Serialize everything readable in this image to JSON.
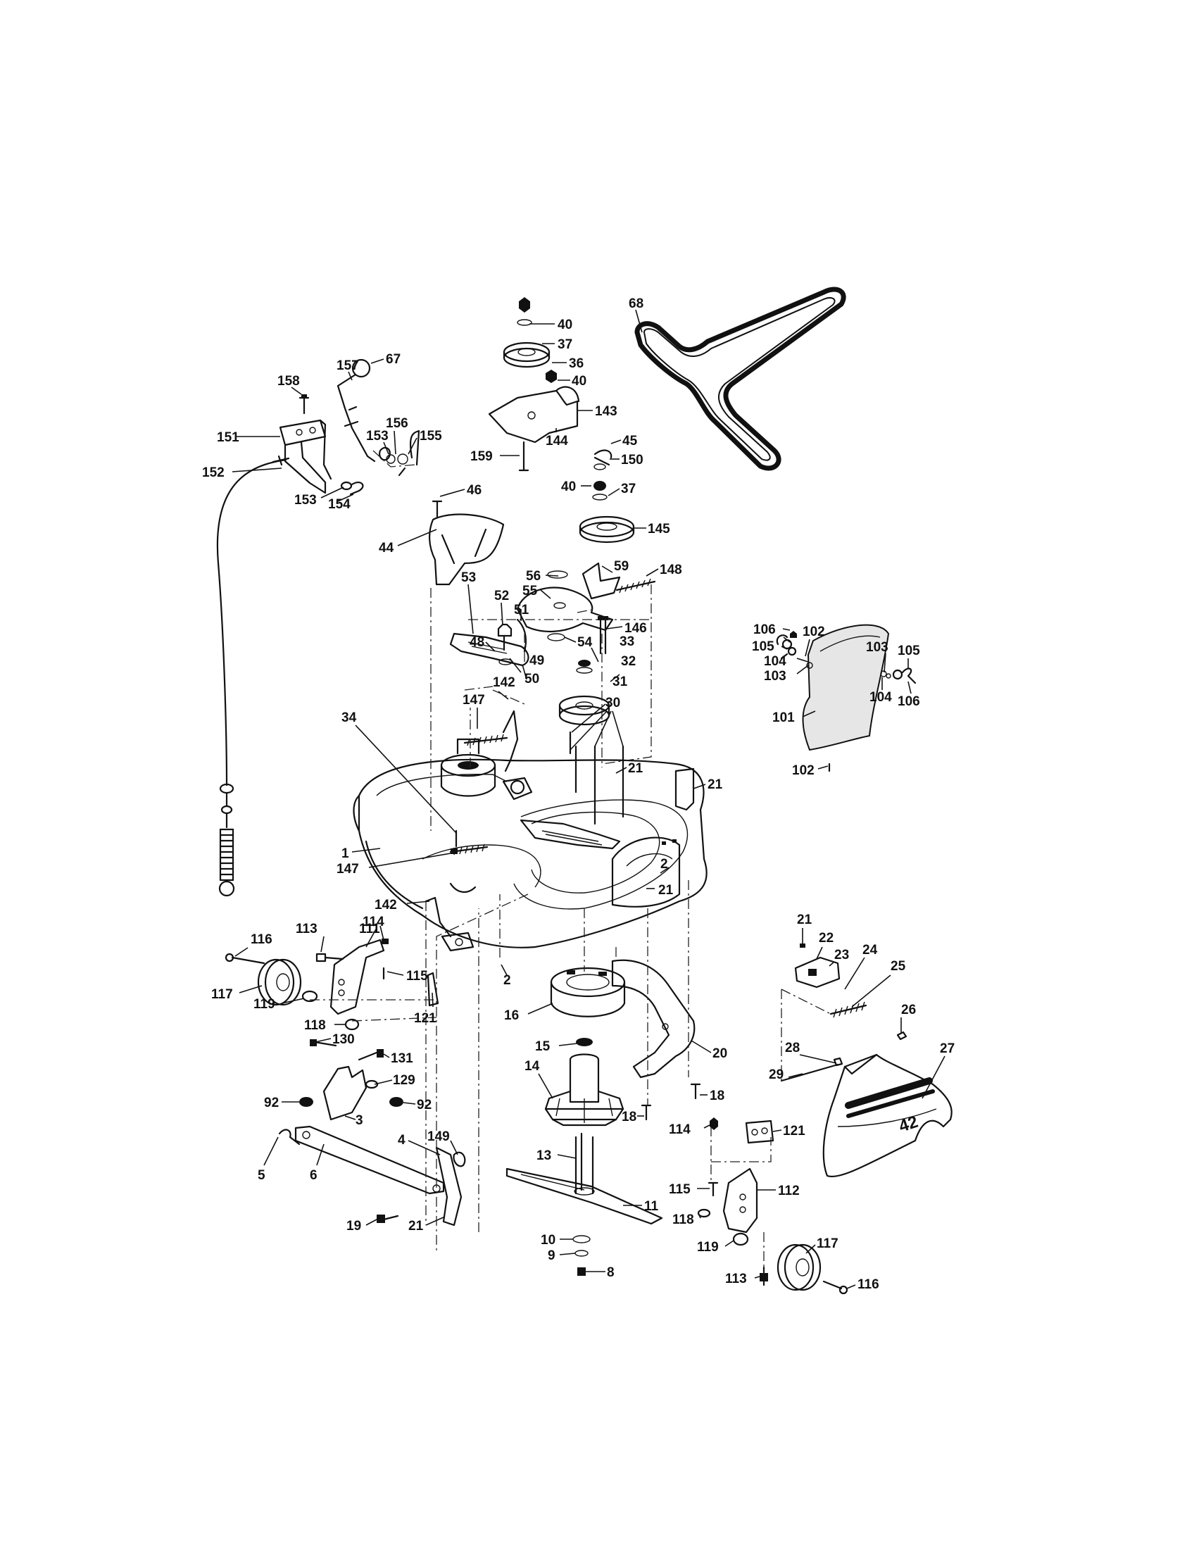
{
  "labels": [
    {
      "id": "40a",
      "text": "40"
    },
    {
      "id": "37a",
      "text": "37"
    },
    {
      "id": "36",
      "text": "36"
    },
    {
      "id": "40b",
      "text": "40"
    },
    {
      "id": "143",
      "text": "143"
    },
    {
      "id": "144",
      "text": "144"
    },
    {
      "id": "159",
      "text": "159"
    },
    {
      "id": "45",
      "text": "45"
    },
    {
      "id": "150",
      "text": "150"
    },
    {
      "id": "40c",
      "text": "40"
    },
    {
      "id": "37b",
      "text": "37"
    },
    {
      "id": "145",
      "text": "145"
    },
    {
      "id": "68",
      "text": "68"
    },
    {
      "id": "67",
      "text": "67"
    },
    {
      "id": "157",
      "text": "157"
    },
    {
      "id": "158",
      "text": "158"
    },
    {
      "id": "156",
      "text": "156"
    },
    {
      "id": "153a",
      "text": "153"
    },
    {
      "id": "155",
      "text": "155"
    },
    {
      "id": "151",
      "text": "151"
    },
    {
      "id": "152",
      "text": "152"
    },
    {
      "id": "153b",
      "text": "153"
    },
    {
      "id": "154",
      "text": "154"
    },
    {
      "id": "46",
      "text": "46"
    },
    {
      "id": "44",
      "text": "44"
    },
    {
      "id": "56",
      "text": "56"
    },
    {
      "id": "59",
      "text": "59"
    },
    {
      "id": "148",
      "text": "148"
    },
    {
      "id": "55",
      "text": "55"
    },
    {
      "id": "53",
      "text": "53"
    },
    {
      "id": "52",
      "text": "52"
    },
    {
      "id": "51",
      "text": "51"
    },
    {
      "id": "146",
      "text": "146"
    },
    {
      "id": "54",
      "text": "54"
    },
    {
      "id": "33",
      "text": "33"
    },
    {
      "id": "48",
      "text": "48"
    },
    {
      "id": "49",
      "text": "49"
    },
    {
      "id": "50",
      "text": "50"
    },
    {
      "id": "32",
      "text": "32"
    },
    {
      "id": "142a",
      "text": "142"
    },
    {
      "id": "147a",
      "text": "147"
    },
    {
      "id": "31",
      "text": "31"
    },
    {
      "id": "30",
      "text": "30"
    },
    {
      "id": "34",
      "text": "34"
    },
    {
      "id": "21a",
      "text": "21"
    },
    {
      "id": "21b",
      "text": "21"
    },
    {
      "id": "106a",
      "text": "106"
    },
    {
      "id": "102a",
      "text": "102"
    },
    {
      "id": "103a",
      "text": "103"
    },
    {
      "id": "105a",
      "text": "105"
    },
    {
      "id": "105b",
      "text": "105"
    },
    {
      "id": "104a",
      "text": "104"
    },
    {
      "id": "103b",
      "text": "103"
    },
    {
      "id": "104b",
      "text": "104"
    },
    {
      "id": "106b",
      "text": "106"
    },
    {
      "id": "101",
      "text": "101"
    },
    {
      "id": "102b",
      "text": "102"
    },
    {
      "id": "1",
      "text": "1"
    },
    {
      "id": "147b",
      "text": "147"
    },
    {
      "id": "2a",
      "text": "2"
    },
    {
      "id": "21c",
      "text": "21"
    },
    {
      "id": "142b",
      "text": "142"
    },
    {
      "id": "114a",
      "text": "114"
    },
    {
      "id": "116a",
      "text": "116"
    },
    {
      "id": "113a",
      "text": "113"
    },
    {
      "id": "111",
      "text": "111"
    },
    {
      "id": "115a",
      "text": "115"
    },
    {
      "id": "2b",
      "text": "2"
    },
    {
      "id": "117a",
      "text": "117"
    },
    {
      "id": "119a",
      "text": "119"
    },
    {
      "id": "121a",
      "text": "121"
    },
    {
      "id": "118a",
      "text": "118"
    },
    {
      "id": "16",
      "text": "16"
    },
    {
      "id": "21d",
      "text": "21"
    },
    {
      "id": "22",
      "text": "22"
    },
    {
      "id": "23",
      "text": "23"
    },
    {
      "id": "24",
      "text": "24"
    },
    {
      "id": "25",
      "text": "25"
    },
    {
      "id": "26",
      "text": "26"
    },
    {
      "id": "15",
      "text": "15"
    },
    {
      "id": "20",
      "text": "20"
    },
    {
      "id": "28",
      "text": "28"
    },
    {
      "id": "27",
      "text": "27"
    },
    {
      "id": "130",
      "text": "130"
    },
    {
      "id": "131",
      "text": "131"
    },
    {
      "id": "14",
      "text": "14"
    },
    {
      "id": "29",
      "text": "29"
    },
    {
      "id": "129",
      "text": "129"
    },
    {
      "id": "92a",
      "text": "92"
    },
    {
      "id": "92b",
      "text": "92"
    },
    {
      "id": "3",
      "text": "3"
    },
    {
      "id": "18a",
      "text": "18"
    },
    {
      "id": "18b",
      "text": "18"
    },
    {
      "id": "4",
      "text": "4"
    },
    {
      "id": "149",
      "text": "149"
    },
    {
      "id": "114b",
      "text": "114"
    },
    {
      "id": "121b",
      "text": "121"
    },
    {
      "id": "5",
      "text": "5"
    },
    {
      "id": "6",
      "text": "6"
    },
    {
      "id": "13",
      "text": "13"
    },
    {
      "id": "115b",
      "text": "115"
    },
    {
      "id": "112",
      "text": "112"
    },
    {
      "id": "11",
      "text": "11"
    },
    {
      "id": "19",
      "text": "19"
    },
    {
      "id": "21e",
      "text": "21"
    },
    {
      "id": "118b",
      "text": "118"
    },
    {
      "id": "10",
      "text": "10"
    },
    {
      "id": "9",
      "text": "9"
    },
    {
      "id": "119b",
      "text": "119"
    },
    {
      "id": "117b",
      "text": "117"
    },
    {
      "id": "8",
      "text": "8"
    },
    {
      "id": "113b",
      "text": "113"
    },
    {
      "id": "116b",
      "text": "116"
    }
  ],
  "shroud_badge": "42"
}
